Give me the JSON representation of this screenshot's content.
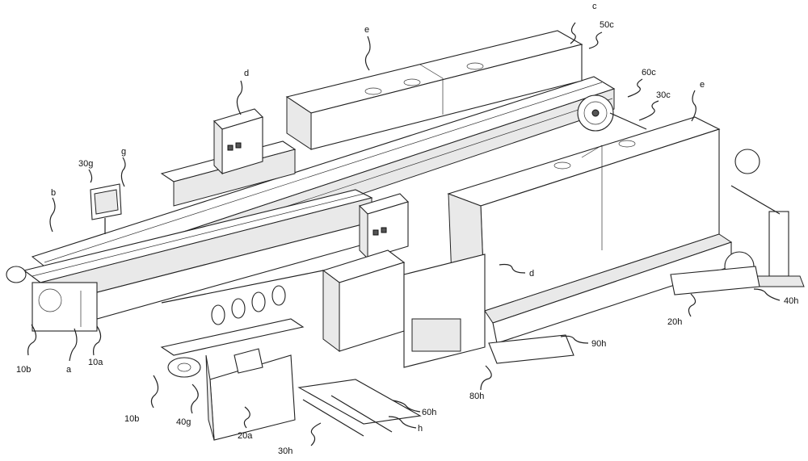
{
  "figure": {
    "labels": [
      {
        "id": "c",
        "text": "c"
      },
      {
        "id": "50c",
        "text": "50c"
      },
      {
        "id": "e-top",
        "text": "e"
      },
      {
        "id": "60c",
        "text": "60c"
      },
      {
        "id": "30c",
        "text": "30c"
      },
      {
        "id": "e-right",
        "text": "e"
      },
      {
        "id": "d-top",
        "text": "d"
      },
      {
        "id": "30g",
        "text": "30g"
      },
      {
        "id": "g",
        "text": "g"
      },
      {
        "id": "b",
        "text": "b"
      },
      {
        "id": "d-mid",
        "text": "d"
      },
      {
        "id": "40h",
        "text": "40h"
      },
      {
        "id": "20h",
        "text": "20h"
      },
      {
        "id": "90h",
        "text": "90h"
      },
      {
        "id": "80h",
        "text": "80h"
      },
      {
        "id": "10b-left",
        "text": "10b"
      },
      {
        "id": "a",
        "text": "a"
      },
      {
        "id": "10a",
        "text": "10a"
      },
      {
        "id": "10b-bottom",
        "text": "10b"
      },
      {
        "id": "40g",
        "text": "40g"
      },
      {
        "id": "60h",
        "text": "60h"
      },
      {
        "id": "h",
        "text": "h"
      },
      {
        "id": "30h",
        "text": "30h"
      },
      {
        "id": "20a",
        "text": "20a"
      }
    ]
  }
}
